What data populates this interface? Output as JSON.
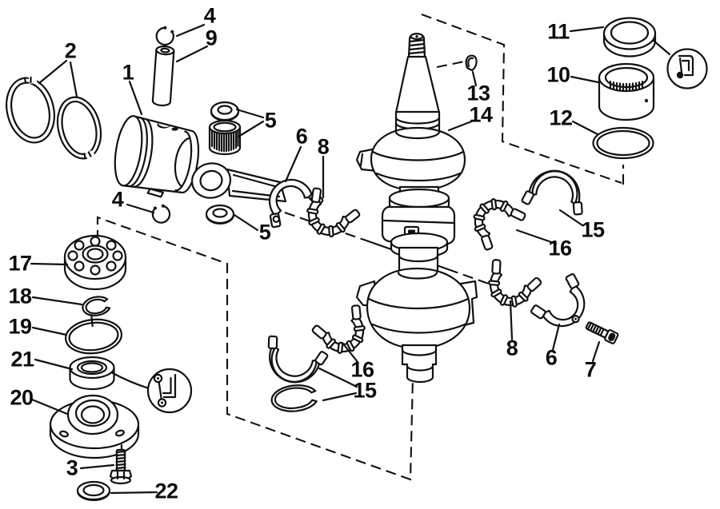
{
  "figure": {
    "background_color": "#ffffff",
    "line_color": "#111111",
    "callouts": [
      {
        "label": "2"
      },
      {
        "label": "4"
      },
      {
        "label": "9"
      },
      {
        "label": "1"
      },
      {
        "label": "5"
      },
      {
        "label": "6"
      },
      {
        "label": "8"
      },
      {
        "label": "4"
      },
      {
        "label": "5"
      },
      {
        "label": "13"
      },
      {
        "label": "14"
      },
      {
        "label": "11"
      },
      {
        "label": "10"
      },
      {
        "label": "12"
      },
      {
        "label": "15"
      },
      {
        "label": "16"
      },
      {
        "label": "8"
      },
      {
        "label": "6"
      },
      {
        "label": "7"
      },
      {
        "label": "16"
      },
      {
        "label": "15"
      },
      {
        "label": "17"
      },
      {
        "label": "18"
      },
      {
        "label": "19"
      },
      {
        "label": "21"
      },
      {
        "label": "20"
      },
      {
        "label": "3"
      },
      {
        "label": "22"
      }
    ]
  }
}
